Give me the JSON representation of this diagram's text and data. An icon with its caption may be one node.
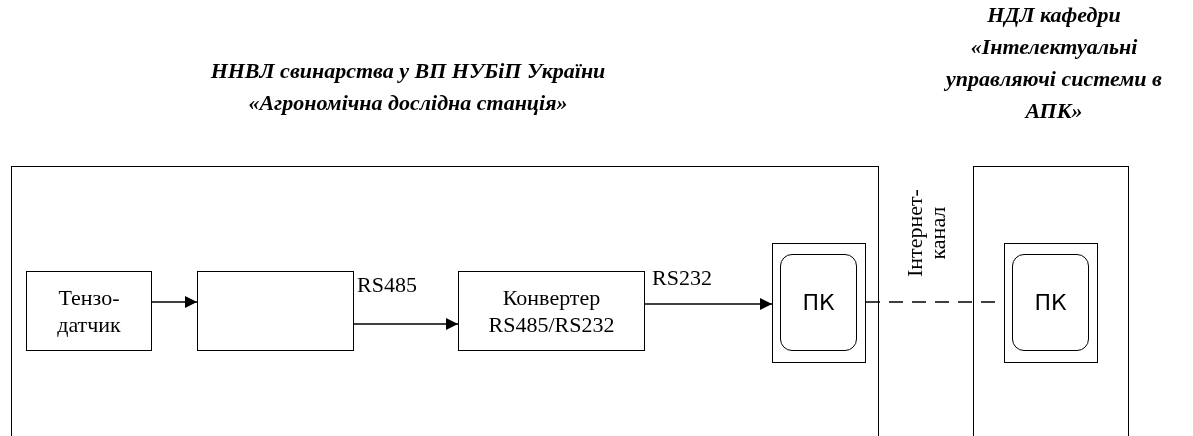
{
  "diagram": {
    "nodes": [
      {
        "text": [
          "ННВЛ свинарства у ВП НУБіП України «Агрономічна дослідна станція»"
        ]
      },
      {
        "text": [
          "Тензо-датчик"
        ],
        "in": 0
      },
      {
        "text": [],
        "shape": "box",
        "in": 0
      },
      {
        "text": [
          "Конвертер RS485/RS232"
        ],
        "in": 0
      },
      {
        "text": [
          "ПК"
        ],
        "in": 0
      },
      {
        "text": [
          "НДЛ кафедри «Інтелектуальні управляючі системи в АПК»"
        ]
      },
      {
        "text": [
          "ПК"
        ],
        "in": 5
      }
    ],
    "edges": [
      {
        "from": 1,
        "to": 2,
        "arrow": "to"
      },
      {
        "from": 2,
        "to": 3,
        "arrow": "to",
        "label": "RS485"
      },
      {
        "from": 3,
        "to": 4,
        "arrow": "to",
        "label": "RS232"
      },
      {
        "from": 4,
        "to": 6,
        "arrow": "none",
        "style": "dashed",
        "label": "Інтернет- канал"
      }
    ]
  }
}
